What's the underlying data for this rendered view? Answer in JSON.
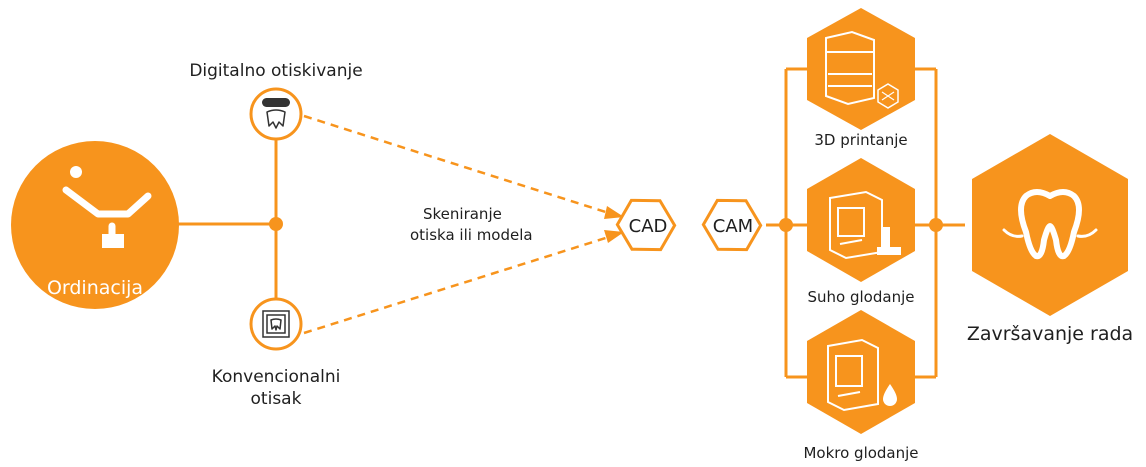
{
  "nodes": {
    "ordinacija": "Ordinacija",
    "digital_impression": "Digitalno otiskivanje",
    "conventional_impression": [
      "Konvencionalni",
      "otisak"
    ],
    "scanning": [
      "Skeniranje",
      "otiska ili modela"
    ],
    "cad": "CAD",
    "cam": "CAM",
    "printing": "3D printanje",
    "dry_milling": "Suho glodanje",
    "wet_milling": "Mokro glodanje",
    "finishing": "Završavanje rada"
  },
  "colors": {
    "accent": "#f7941d",
    "text": "#1f1f1f",
    "white": "#ffffff"
  },
  "icons": {
    "ordinacija": "dental-chair-icon",
    "digital_impression": "intraoral-scanner-icon",
    "conventional_impression": "impression-tray-icon",
    "printing": "3d-printer-icon",
    "dry_milling": "milling-machine-icon",
    "wet_milling": "wet-milling-machine-icon",
    "finishing": "tooth-icon"
  }
}
